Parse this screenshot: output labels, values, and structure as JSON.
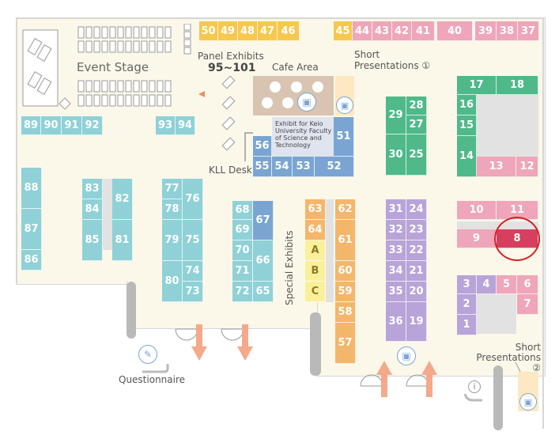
{
  "labels": {
    "event_stage": "Event Stage",
    "panel_exhibits_title": "Panel Exhibits",
    "panel_exhibits_range": "95~101",
    "cafe_area": "Cafe Area",
    "short_presentations_1": "Short Presentations ①",
    "short_presentations_2": "Short Presentations ②",
    "keio_exhibit": "Exhibit for Keio University Faculty of Science and Technology",
    "kll_desk": "KLL Desk",
    "special_exhibits": "Special Exhibits",
    "questionnaire": "Questionnaire"
  },
  "booths": {
    "b50": "50",
    "b49": "49",
    "b48": "48",
    "b47": "47",
    "b46": "46",
    "b45": "45",
    "b44": "44",
    "b43": "43",
    "b42": "42",
    "b41": "41",
    "b40": "40",
    "b39": "39",
    "b38": "38",
    "b37": "37",
    "b89": "89",
    "b90": "90",
    "b91": "91",
    "b92": "92",
    "b93": "93",
    "b94": "94",
    "b56": "56",
    "b55": "55",
    "b54": "54",
    "b53": "53",
    "b52": "52",
    "b51": "51",
    "b29": "29",
    "b28": "28",
    "b27": "27",
    "b30": "30",
    "b25": "25",
    "b17": "17",
    "b18": "18",
    "b16": "16",
    "b15": "15",
    "b14": "14",
    "b13": "13",
    "b12": "12",
    "b88": "88",
    "b87": "87",
    "b86": "86",
    "b83": "83",
    "b84": "84",
    "b82": "82",
    "b85": "85",
    "b81": "81",
    "b77": "77",
    "b78": "78",
    "b76": "76",
    "b79": "79",
    "b75": "75",
    "b80": "80",
    "b74": "74",
    "b73": "73",
    "b68": "68",
    "b69": "69",
    "b67": "67",
    "b70": "70",
    "b71": "71",
    "b66": "66",
    "b72": "72",
    "b65": "65",
    "b63": "63",
    "b64": "64",
    "bA": "A",
    "bB": "B",
    "bC": "C",
    "b62": "62",
    "b61": "61",
    "b60": "60",
    "b59": "59",
    "b58": "58",
    "b57": "57",
    "b31": "31",
    "b24": "24",
    "b32": "32",
    "b23": "23",
    "b33": "33",
    "b22": "22",
    "b34": "34",
    "b21": "21",
    "b35": "35",
    "b20": "20",
    "b36": "36",
    "b19": "19",
    "b10": "10",
    "b11": "11",
    "b9": "9",
    "b8": "8",
    "b3": "3",
    "b4": "4",
    "b5": "5",
    "b6": "6",
    "b2": "2",
    "b7": "7",
    "b1": "1"
  },
  "highlighted_booth": "8",
  "colors": {
    "teal": "#8fd1d6",
    "yellow": "#f7c84d",
    "pink": "#efa6ba",
    "green": "#4fb98a",
    "blue": "#7aa5d3",
    "purple": "#b8a4d8",
    "orange": "#f4b66a",
    "red": "#d63f5e",
    "highlight": "#d62020"
  },
  "icons": {
    "presentation": "presentation-screen-icon",
    "questionnaire": "questionnaire-icon",
    "info": "info-icon",
    "entrance": "entrance-arrow-icon"
  }
}
